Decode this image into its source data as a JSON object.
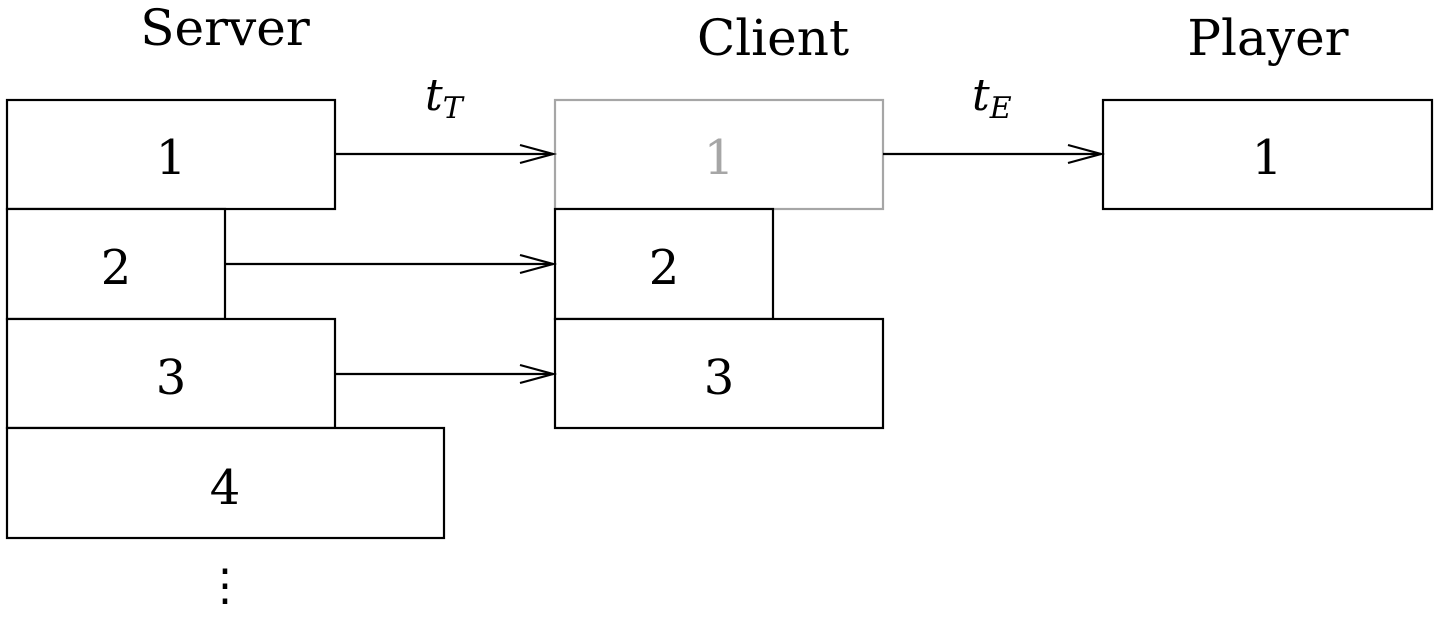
{
  "columns": {
    "server": "Server",
    "client": "Client",
    "player": "Player"
  },
  "server_blocks": [
    "1",
    "2",
    "3",
    "4"
  ],
  "client_blocks": [
    "1",
    "2",
    "3"
  ],
  "player_blocks": [
    "1"
  ],
  "edge_labels": {
    "transfer": {
      "base": "t",
      "sub": "T"
    },
    "execution": {
      "base": "t",
      "sub": "E"
    }
  },
  "continuation": "⋮",
  "colors": {
    "stroke": "#000000",
    "consumed": "#a6a6a6"
  }
}
